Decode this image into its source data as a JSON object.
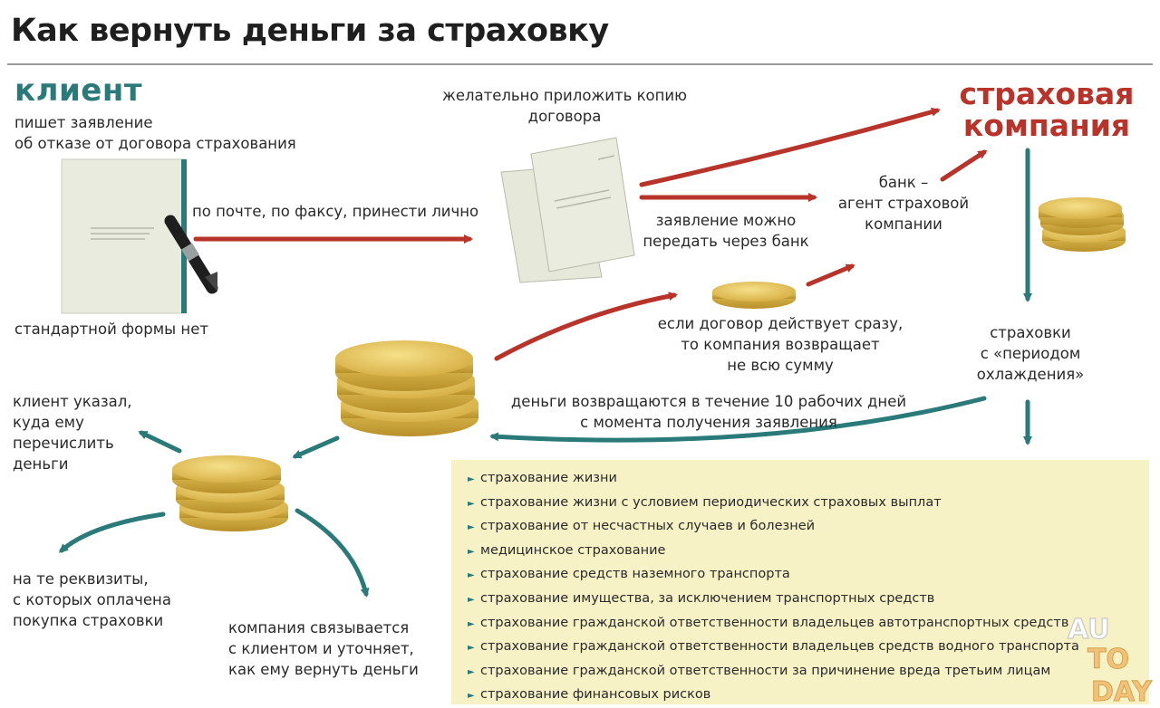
{
  "title": "Как вернуть деньги за страховку",
  "client": {
    "heading": "клиент",
    "writes_line1": "пишет заявление",
    "writes_line2": "об отказе от договора страхования",
    "no_standard_form": "стандартной формы нет"
  },
  "delivery_methods": "по почте, по факсу, принести лично",
  "attach_copy": {
    "line1": "желательно приложить копию",
    "line2": "договора"
  },
  "via_bank": {
    "line1": "заявление можно",
    "line2": "передать через банк"
  },
  "bank_agent": {
    "line1": "банк –",
    "line2": "агент страховой",
    "line3": "компании"
  },
  "insurance_company": {
    "line1": "страховая",
    "line2": "компания"
  },
  "cooling_period": {
    "line1": "страховки",
    "line2": "с «периодом",
    "line3": "охлаждения»"
  },
  "partial_refund": {
    "line1": "если договор действует сразу,",
    "line2": "то компания возвращает",
    "line3": "не всю сумму"
  },
  "refund_timing": {
    "line1": "деньги возвращаются в течение 10 рабочих дней",
    "line2": "с момента получения заявления"
  },
  "option_specified": {
    "line1": "клиент указал,",
    "line2": "куда ему",
    "line3": "перечислить",
    "line4": "деньги"
  },
  "option_same_details": {
    "line1": "на те реквизиты,",
    "line2": "с которых оплачена",
    "line3": "покупка страховки"
  },
  "option_contact": {
    "line1": "компания связывается",
    "line2": "с клиентом и уточняет,",
    "line3": "как ему вернуть деньги"
  },
  "insurance_types": [
    "страхование жизни",
    "страхование жизни с условием периодических страховых выплат",
    "страхование от несчастных случаев и болезней",
    "медицинское страхование",
    "страхование средств наземного транспорта",
    "страхование имущества, за исключением транспортных средств",
    "страхование гражданской ответственности владельцев автотранспортных средств",
    "страхование гражданской ответственности владельцев средств водного транспорта",
    "страхование гражданской ответственности за причинение вреда третьим лицам",
    "страхование финансовых рисков"
  ],
  "bullet_glyph": "►",
  "watermark": {
    "line1": "AU",
    "line2": "TO",
    "line3": "DAY"
  },
  "colors": {
    "teal": "#2a7a79",
    "red": "#b8342b",
    "gold": "#d9b44a",
    "list_background": "#f7f2c6"
  },
  "icons": {
    "pen": "pen-icon",
    "document": "document-icon",
    "coins": "coin-stack-icon"
  }
}
